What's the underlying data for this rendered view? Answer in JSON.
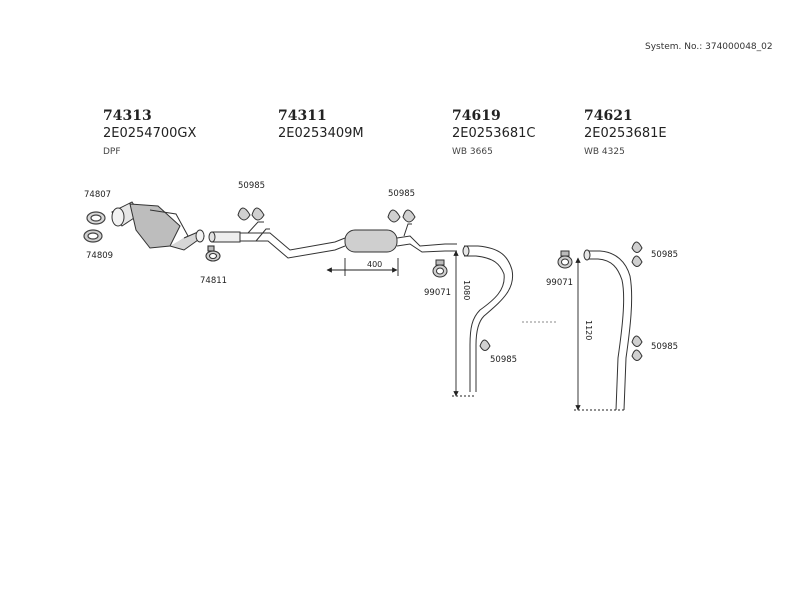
{
  "system_number": "System. No.: 374000048_02",
  "parts": [
    {
      "number": "74313",
      "code": "2E0254700GX",
      "note": "DPF"
    },
    {
      "number": "74311",
      "code": "2E0253409M",
      "note": ""
    },
    {
      "number": "74619",
      "code": "2E0253681C",
      "note": "WB 3665"
    },
    {
      "number": "74621",
      "code": "2E0253681E",
      "note": "WB 4325"
    }
  ],
  "callouts": {
    "gasket_74807": "74807",
    "clamp_74809": "74809",
    "clamp_74811": "74811",
    "hanger_50985_a": "50985",
    "hanger_50985_b": "50985",
    "hanger_50985_c": "50985",
    "hanger_50985_d": "50985",
    "hanger_50985_e": "50985",
    "clamp_99071_a": "99071",
    "clamp_99071_b": "99071"
  },
  "dimensions": {
    "muffler_offset": "400",
    "tailpipe_short": "1080",
    "tailpipe_long": "1120"
  }
}
